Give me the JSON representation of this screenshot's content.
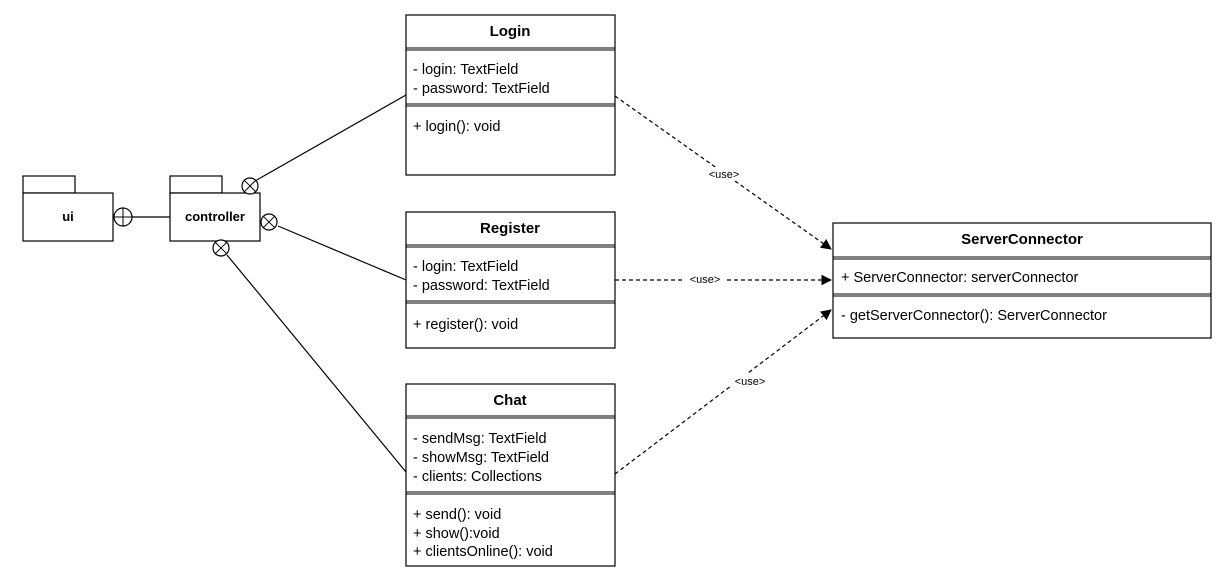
{
  "packages": {
    "ui": {
      "name": "ui"
    },
    "controller": {
      "name": "controller"
    }
  },
  "classes": {
    "login": {
      "name": "Login",
      "attributes": [
        "- login: TextField",
        "- password: TextField"
      ],
      "operations": [
        "+ login(): void"
      ]
    },
    "register": {
      "name": "Register",
      "attributes": [
        "- login: TextField",
        "- password: TextField"
      ],
      "operations": [
        "+ register(): void"
      ]
    },
    "chat": {
      "name": "Chat",
      "attributes": [
        "- sendMsg: TextField",
        "- showMsg: TextField",
        "- clients: Collections"
      ],
      "operations": [
        "+ send(): void",
        "+ show():void",
        "+ clientsOnline(): void"
      ]
    },
    "server": {
      "name": "ServerConnector",
      "attributes": [
        "+ ServerConnector: serverConnector"
      ],
      "operations": [
        "- getServerConnector(): ServerConnector"
      ]
    }
  },
  "edges": {
    "login_use": "<use>",
    "register_use": "<use>",
    "chat_use": "<use>"
  }
}
